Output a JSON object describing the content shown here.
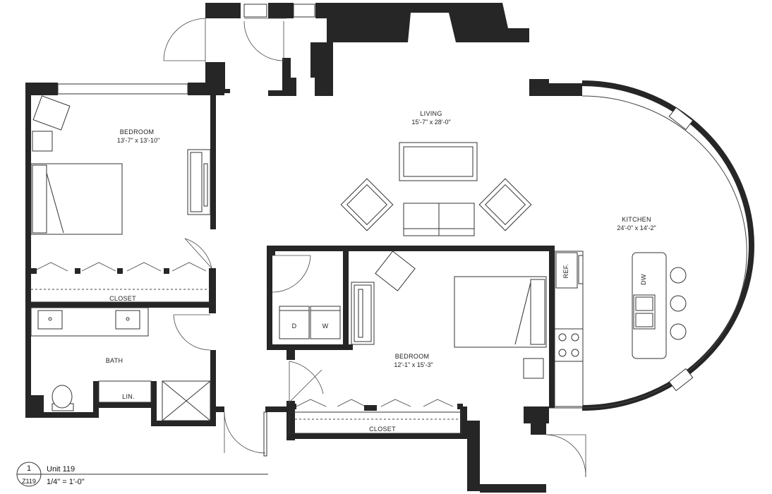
{
  "rooms": {
    "living": {
      "name": "LIVING",
      "dims": "15'-7\" x 28'-0\""
    },
    "kitchen": {
      "name": "KITCHEN",
      "dims": "24'-0\" x 14'-2\""
    },
    "bedroom1": {
      "name": "BEDROOM",
      "dims": "13'-7\" x 13'-10\""
    },
    "bedroom2": {
      "name": "BEDROOM",
      "dims": "12'-1\" x 15'-3\""
    },
    "bath": {
      "name": "BATH"
    },
    "closet1": {
      "name": "CLOSET"
    },
    "closet2": {
      "name": "CLOSET"
    },
    "linen": {
      "name": "LIN."
    }
  },
  "appliances": {
    "refrigerator": "REF.",
    "dishwasher": "DW",
    "dryer": "D",
    "washer": "W"
  },
  "title_block": {
    "number": "1",
    "sheet": "Z119",
    "unit": "Unit 119",
    "scale": "1/4\" = 1'-0\""
  }
}
